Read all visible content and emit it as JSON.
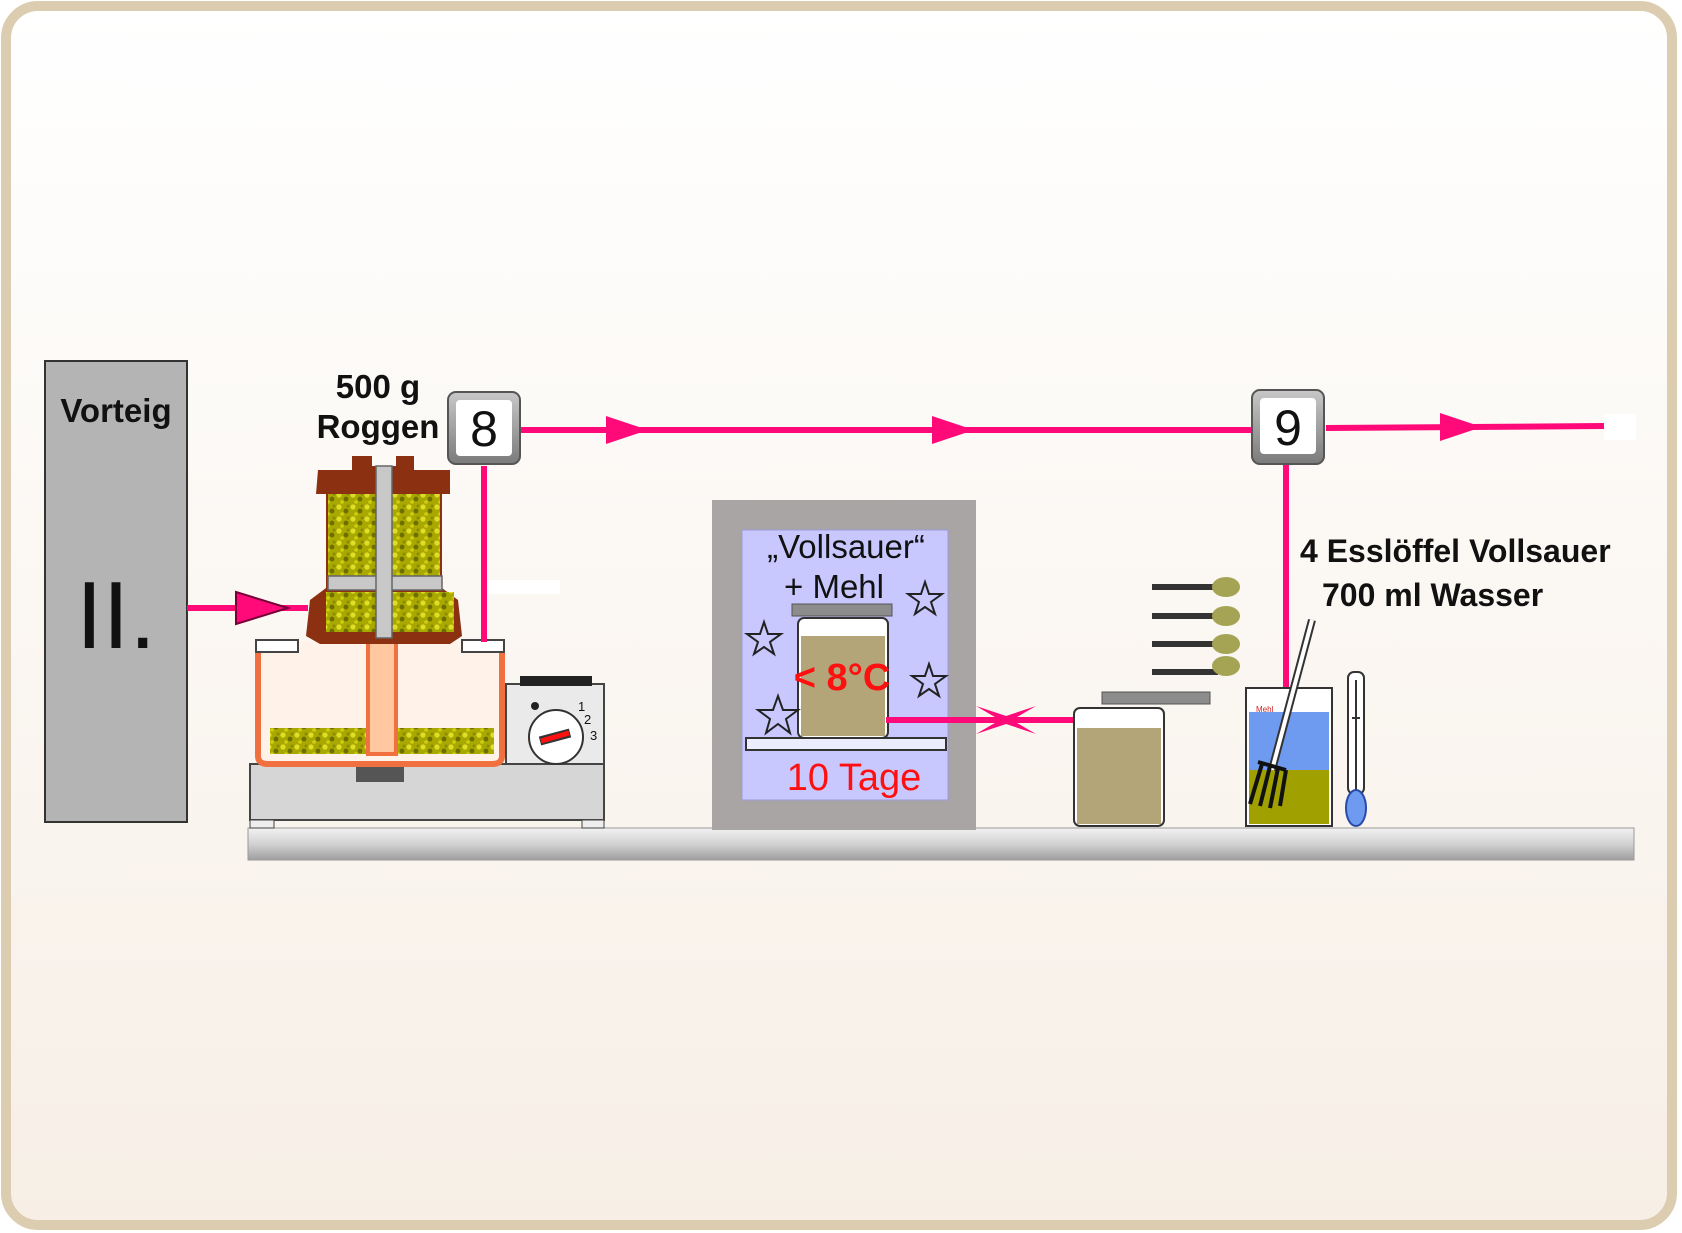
{
  "vorteig": {
    "title": "Vorteig",
    "roman": "II."
  },
  "mill": {
    "line1": "500 g",
    "line2": "Roggen",
    "dial_marks": [
      "1",
      "2",
      "3"
    ]
  },
  "steps": {
    "step8": "8",
    "step9": "9"
  },
  "fridge": {
    "line1": "„Vollsauer“",
    "line2": "+ Mehl",
    "temp": "< 8°C",
    "duration": "10 Tage"
  },
  "mix": {
    "line1": "4 Esslöffel Vollsauer",
    "line2": "700 ml Wasser"
  },
  "jar_label": "Mehl",
  "colors": {
    "flow": "#ff0a78",
    "frame": "#dccdb0",
    "cabinet": "#aaa5a5",
    "fridge_inner": "#c8c8ff",
    "sour": "#b4a578",
    "grain": "#c8c800",
    "mill_brown": "#8b3010",
    "water": "#6e9bf0",
    "temp_text": "#ff1010",
    "days_text": "#ff1010"
  }
}
